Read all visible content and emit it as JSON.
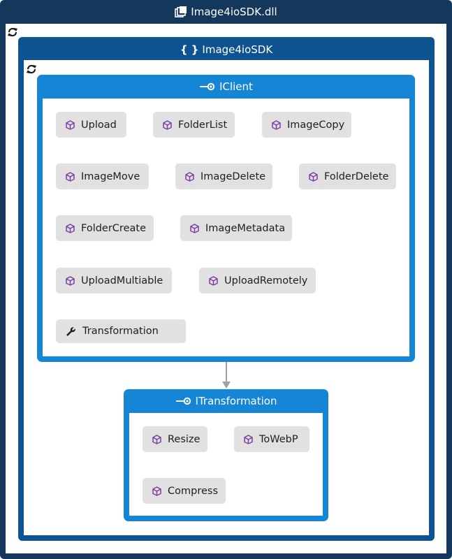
{
  "assembly": {
    "name": "Image4ioSDK.dll",
    "icon": "assembly-icon"
  },
  "namespace": {
    "name": "Image4ioSDK",
    "icon": "namespace-icon"
  },
  "interfaces": [
    {
      "name": "IClient",
      "icon": "interface-icon",
      "members": [
        {
          "label": "Upload",
          "icon": "method-cube-icon"
        },
        {
          "label": "FolderList",
          "icon": "method-cube-icon"
        },
        {
          "label": "ImageCopy",
          "icon": "method-cube-icon"
        },
        {
          "label": "ImageMove",
          "icon": "method-cube-icon"
        },
        {
          "label": "ImageDelete",
          "icon": "method-cube-icon"
        },
        {
          "label": "FolderDelete",
          "icon": "method-cube-icon"
        },
        {
          "label": "FolderCreate",
          "icon": "method-cube-icon"
        },
        {
          "label": "ImageMetadata",
          "icon": "method-cube-icon"
        },
        {
          "label": "UploadMultiable",
          "icon": "method-cube-icon"
        },
        {
          "label": "UploadRemotely",
          "icon": "method-cube-icon"
        },
        {
          "label": "Transformation",
          "icon": "property-wrench-icon"
        }
      ]
    },
    {
      "name": "ITransformation",
      "icon": "interface-icon",
      "members": [
        {
          "label": "Resize",
          "icon": "method-cube-icon"
        },
        {
          "label": "ToWebP",
          "icon": "method-cube-icon"
        },
        {
          "label": "Compress",
          "icon": "method-cube-icon"
        }
      ]
    }
  ],
  "colors": {
    "assembly_frame": "#14375c",
    "namespace_frame": "#0e5290",
    "interface_frame": "#1585d6",
    "member_fill": "#e1e1e1",
    "method_icon": "#7b3fa0",
    "arrow": "#a0a0a0"
  }
}
